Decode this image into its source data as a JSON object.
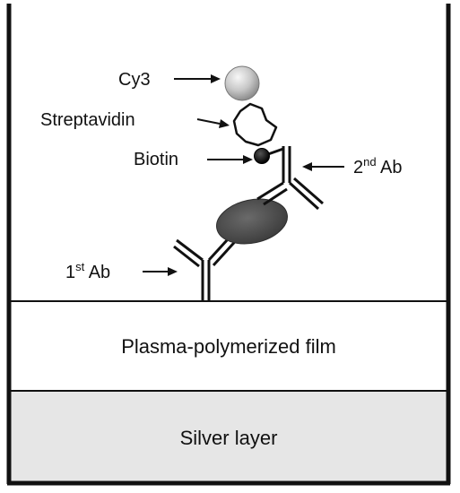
{
  "labels": {
    "cy3": "Cy3",
    "streptavidin": "Streptavidin",
    "biotin": "Biotin",
    "second_ab_num": "2",
    "second_ab_sup": "nd",
    "second_ab_rest": " Ab",
    "first_ab_num": "1",
    "first_ab_sup": "st",
    "first_ab_rest": " Ab"
  },
  "layers": {
    "film": "Plasma-polymerized film",
    "silver": "Silver layer"
  },
  "colors": {
    "outline": "#111111",
    "silver_fill": "#e6e6e6",
    "film_fill": "#ffffff",
    "antigen_fill": "#4f4f4f",
    "biotin_fill": "#0d0d0d",
    "cy3_fill": "#bdbdbd"
  }
}
